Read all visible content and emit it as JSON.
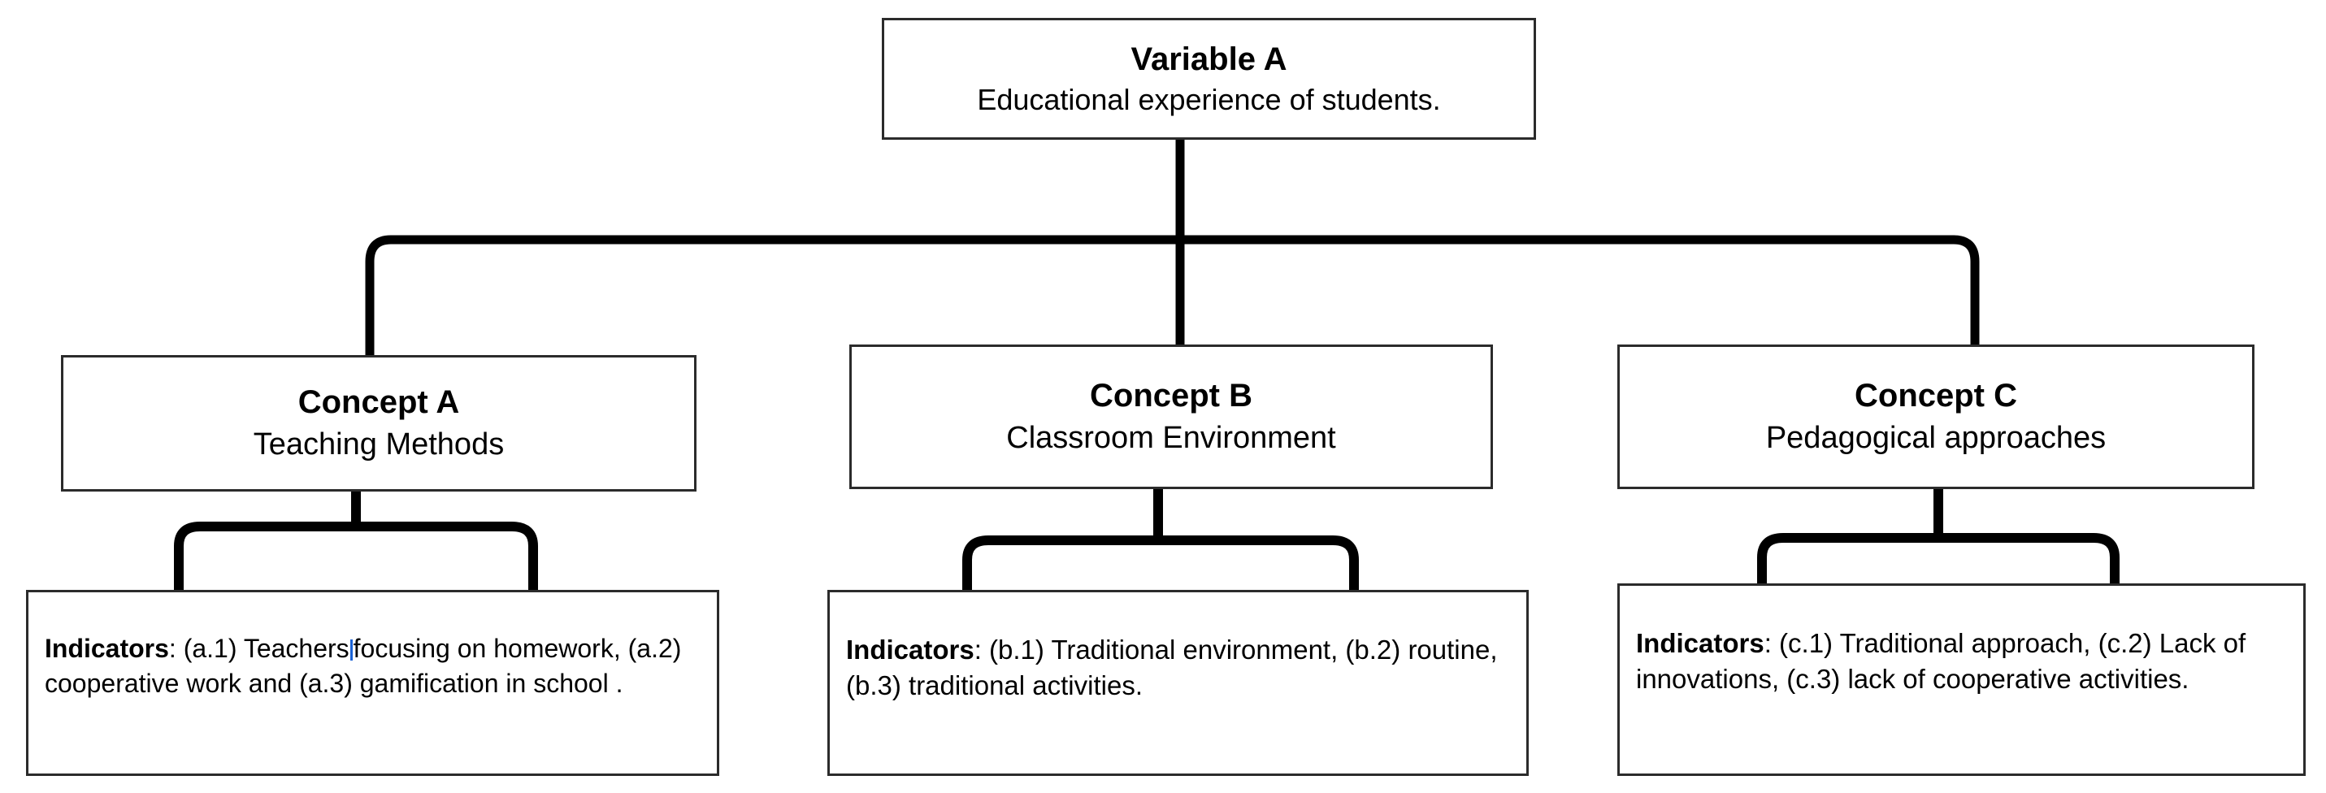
{
  "diagram": {
    "type": "hierarchical-concept-map",
    "levels": [
      "variable",
      "concept",
      "indicators"
    ],
    "line_color": "#000000",
    "box_border_color": "#2b2b2b",
    "background_color": "#ffffff"
  },
  "root": {
    "title": "Variable A",
    "description": "Educational experience of students."
  },
  "branches": [
    {
      "id": "a",
      "concept": {
        "title": "Concept A",
        "description": "Teaching Methods"
      },
      "indicators": {
        "label": "Indicators",
        "separator": ":",
        "text_before_caret": " (a.1) Teachers",
        "has_caret_artifact": true,
        "caret_color": "#1a62d6",
        "text_after_caret": "focusing on homework, (a.2) cooperative work and (a.3) gamification in school .",
        "full_text": "Indicators: (a.1) Teachers focusing on homework, (a.2) cooperative work and (a.3) gamification in school .",
        "items": [
          "(a.1) Teachers focusing on homework",
          "(a.2) cooperative work",
          "(a.3) gamification in school"
        ]
      }
    },
    {
      "id": "b",
      "concept": {
        "title": "Concept B",
        "description": "Classroom Environment"
      },
      "indicators": {
        "label": "Indicators",
        "separator": ":",
        "body": " (b.1) Traditional environment, (b.2) routine, (b.3) traditional activities.",
        "full_text": "Indicators: (b.1) Traditional environment, (b.2) routine, (b.3) traditional activities.",
        "items": [
          "(b.1) Traditional environment",
          "(b.2) routine",
          "(b.3) traditional activities"
        ]
      }
    },
    {
      "id": "c",
      "concept": {
        "title": "Concept C",
        "description": "Pedagogical approaches"
      },
      "indicators": {
        "label": "Indicators",
        "separator": ":",
        "body": " (c.1) Traditional approach, (c.2) Lack of innovations, (c.3) lack of cooperative activities.",
        "full_text": "Indicators: (c.1) Traditional approach, (c.2) Lack of innovations, (c.3) lack of cooperative activities.",
        "items": [
          "(c.1) Traditional approach",
          "(c.2) Lack of innovations",
          "(c.3) lack of cooperative activities"
        ]
      }
    }
  ]
}
